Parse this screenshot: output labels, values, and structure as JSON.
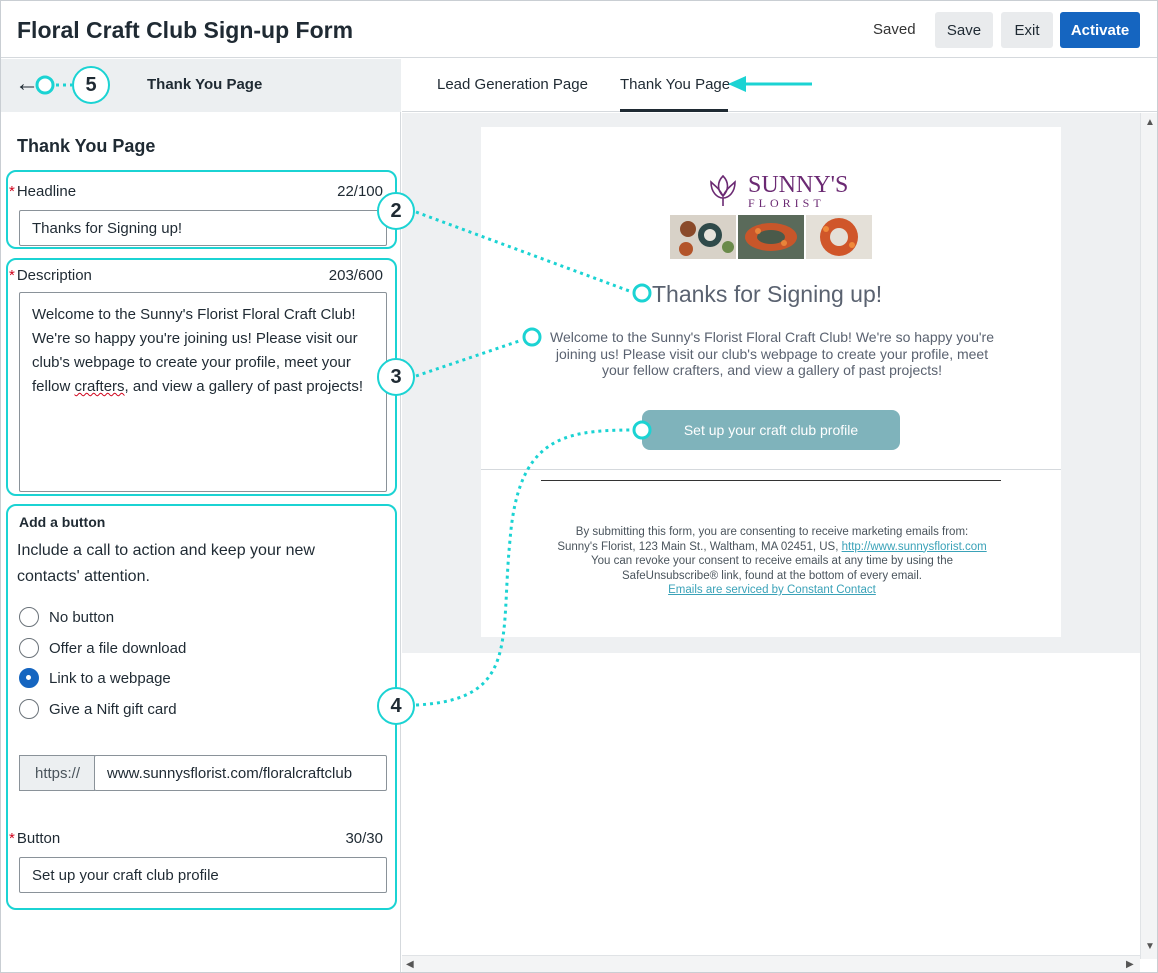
{
  "header": {
    "title": "Floral Craft Club Sign-up Form",
    "saved_status": "Saved",
    "save_label": "Save",
    "exit_label": "Exit",
    "activate_label": "Activate"
  },
  "left_panel": {
    "top_title": "Thank You Page",
    "section_title": "Thank You Page",
    "headline": {
      "label": "Headline",
      "counter": "22/100",
      "value": "Thanks for Signing up!"
    },
    "description": {
      "label": "Description",
      "counter": "203/600",
      "value_before": "Welcome to the Sunny's Florist Floral Craft Club! We're so happy you're joining us! Please visit our club's webpage to create your profile, meet your fellow ",
      "value_misspelled": "crafters",
      "value_after": ", and view a gallery of past projects!"
    },
    "add_button": {
      "title": "Add a button",
      "description": "Include a call to action and keep your new contacts' attention.",
      "options": [
        {
          "label": "No button",
          "selected": false
        },
        {
          "label": "Offer a file download",
          "selected": false
        },
        {
          "label": "Link to a webpage",
          "selected": true
        },
        {
          "label": "Give a Nift gift card",
          "selected": false
        }
      ],
      "url_prefix": "https://",
      "url_value": "www.sunnysflorist.com/floralcraftclub"
    },
    "button_field": {
      "label": "Button",
      "counter": "30/30",
      "value": "Set up your craft club profile"
    }
  },
  "tabs": [
    {
      "label": "Lead Generation Page",
      "active": false
    },
    {
      "label": "Thank You Page",
      "active": true
    }
  ],
  "preview": {
    "logo_name": "SUNNY'S",
    "logo_sub": "FLORIST",
    "headline": "Thanks for Signing up!",
    "description": "Welcome to the Sunny's Florist Floral Craft Club! We're so happy you're joining us! Please visit our club's webpage to create your profile, meet your fellow crafters, and view a gallery of past projects!",
    "button_label": "Set up your craft club profile",
    "consent_line1": "By submitting this form, you are consenting to receive marketing emails from:",
    "consent_line2": "Sunny's Florist, 123 Main St., Waltham, MA 02451, US,",
    "consent_link": "http://www.sunnysflorist.com",
    "consent_line3": "You can revoke your consent to receive emails at any time by using the",
    "consent_line4": "SafeUnsubscribe® link, found at the bottom of every email.",
    "consent_service_link": "Emails are serviced by Constant Contact"
  },
  "callouts": {
    "c2": "2",
    "c3": "3",
    "c4": "4",
    "c5": "5"
  },
  "colors": {
    "accent": "#1565c0",
    "callout": "#1bd3d3",
    "preview_button": "#7fb3bb",
    "brand": "#6b2a73"
  }
}
